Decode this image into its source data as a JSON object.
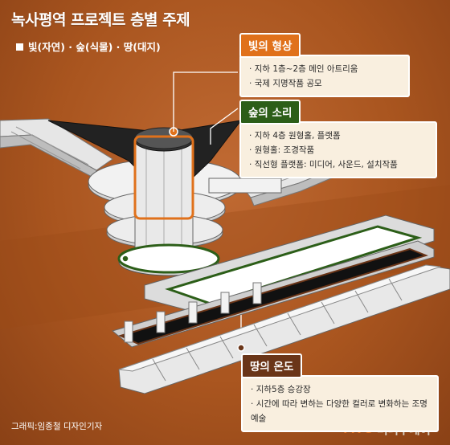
{
  "title": "녹사평역 프로젝트 층별 주제",
  "subtitle": "빛(자연) · 숲(식물) · 땅(대지)",
  "panels": {
    "light": {
      "heading": "빛의 형상",
      "items": [
        "지하 1층~2층 메인 아트리움",
        "국제 지명작품 공모"
      ],
      "color": "#e0711b"
    },
    "forest": {
      "heading": "숲의 소리",
      "items": [
        "지하 4층 원형홀, 플랫폼",
        "원형홀: 조경작품",
        "직선형 플랫폼: 미디어, 사운드, 설치작품"
      ],
      "color": "#2c5e18"
    },
    "land": {
      "heading": "땅의 온도",
      "items": [
        "지하5층 승강장",
        "시간에 따라 변하는 다양한 컬러로 변화하는 조명 예술"
      ],
      "color": "#6a3518"
    }
  },
  "credit": "그래픽:임종철 디자인기자",
  "logo": {
    "mark_a": "MT",
    "mark_b": "O",
    "name": "머니투데이"
  }
}
